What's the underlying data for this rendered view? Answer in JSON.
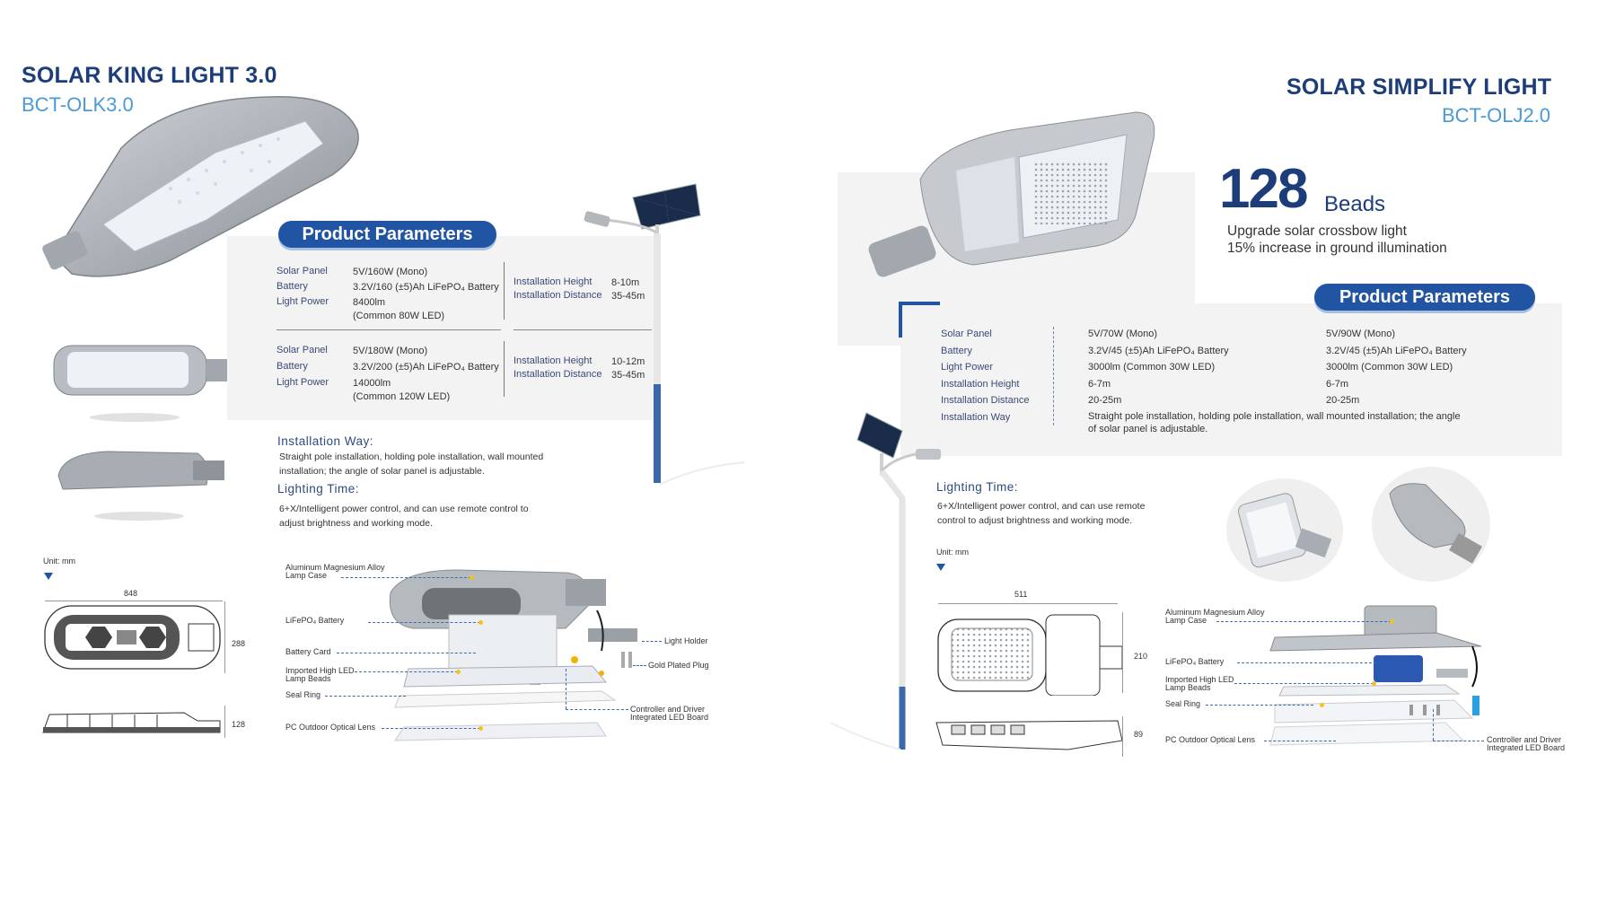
{
  "left": {
    "title": "SOLAR KING LIGHT 3.0",
    "model": "BCT-OLK3.0",
    "params_heading": "Product Parameters",
    "group1": {
      "labels": [
        "Solar Panel",
        "Battery",
        "Light Power"
      ],
      "solar": "5V/160W (Mono)",
      "battery": "3.2V/160 (±5)Ah LiFePO₄ Battery",
      "power": "8400lm",
      "power_note": "(Common 80W LED)",
      "height_label": "Installation Height",
      "distance_label": "Installation Distance",
      "height": "8-10m",
      "distance": "35-45m"
    },
    "group2": {
      "labels": [
        "Solar Panel",
        "Battery",
        "Light Power"
      ],
      "solar": "5V/180W (Mono)",
      "battery": "3.2V/200 (±5)Ah LiFePO₄ Battery",
      "power": "14000lm",
      "power_note": "(Common 120W LED)",
      "height_label": "Installation Height",
      "distance_label": "Installation Distance",
      "height": "10-12m",
      "distance": "35-45m"
    },
    "install_heading": "Installation Way:",
    "install_text1": "Straight pole installation, holding pole installation, wall mounted",
    "install_text2": "installation; the angle of solar panel is adjustable.",
    "lighting_heading": "Lighting Time:",
    "lighting_text1": "6+X/Intelligent power control, and can use remote control to",
    "lighting_text2": "adjust brightness and working mode.",
    "unit": "Unit:  mm",
    "dims": [
      "848",
      "288",
      "128"
    ],
    "callouts": {
      "case": [
        "Aluminum Magnesium Alloy",
        "Lamp Case"
      ],
      "battery": "LiFePO₄ Battery",
      "card": "Battery Card",
      "led": [
        "Imported High LED",
        "Lamp Beads"
      ],
      "seal": "Seal Ring",
      "lens": "PC Outdoor Optical Lens",
      "holder": "Light Holder",
      "plug": "Gold Plated Plug",
      "controller": [
        "Controller and Driver",
        "Integrated LED Board"
      ]
    }
  },
  "right": {
    "title": "SOLAR SIMPLIFY LIGHT",
    "model": "BCT-OLJ2.0",
    "beads_number": "128",
    "beads_word": "Beads",
    "tag1": "Upgrade solar crossbow light",
    "tag2": "15% increase in ground illumination",
    "params_heading": "Product Parameters",
    "labels": [
      "Solar Panel",
      "Battery",
      "Light Power",
      "Installation Height",
      "Installation Distance",
      "Installation Way"
    ],
    "col1": [
      "5V/70W (Mono)",
      "3.2V/45 (±5)Ah LiFePO₄ Battery",
      "3000lm (Common 30W LED)",
      "6-7m",
      "20-25m"
    ],
    "col2": [
      "5V/90W (Mono)",
      "3.2V/45 (±5)Ah LiFePO₄ Battery",
      "3000lm (Common 30W LED)",
      "6-7m",
      "20-25m"
    ],
    "way1": "Straight pole installation, holding pole installation, wall mounted installation; the angle",
    "way2": "of solar panel is adjustable.",
    "lighting_heading": "Lighting Time:",
    "lighting_text1": "6+X/Intelligent power control, and can use remote",
    "lighting_text2": "control to adjust brightness and working mode.",
    "unit": "Unit:  mm",
    "dims": [
      "511",
      "210",
      "89"
    ],
    "callouts": {
      "case": [
        "Aluminum Magnesium Alloy",
        "Lamp Case"
      ],
      "battery": "LiFePO₄ Battery",
      "led": [
        "Imported High LED",
        "Lamp Beads"
      ],
      "seal": "Seal Ring",
      "lens": "PC Outdoor Optical Lens",
      "controller": [
        "Controller and Driver",
        "Integrated LED Board"
      ]
    }
  }
}
